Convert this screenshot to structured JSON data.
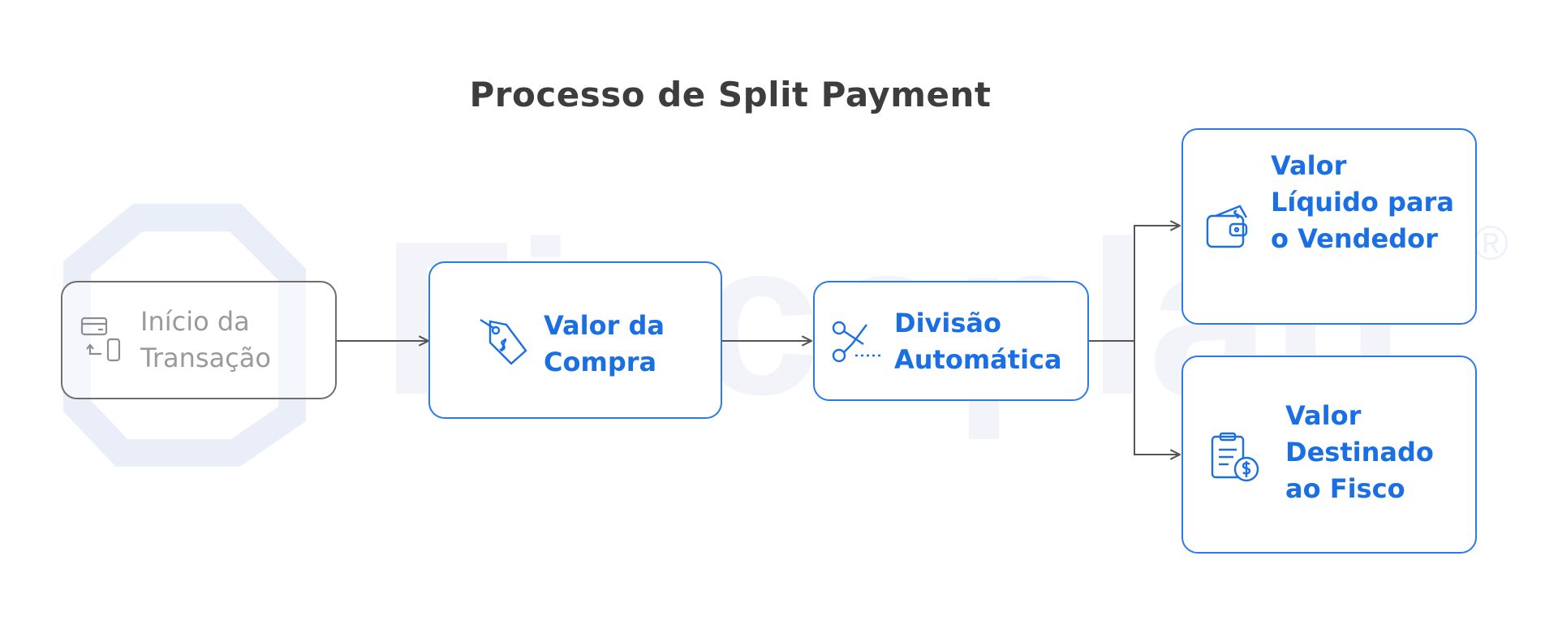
{
  "title": "Processo de Split Payment",
  "watermark": {
    "text": "Fiscoplan",
    "mark": "®"
  },
  "nodes": {
    "start": {
      "line1": "Início da",
      "line2": "Transação",
      "icon": "card-phone-icon"
    },
    "purchase": {
      "line1": "Valor da",
      "line2": "Compra",
      "icon": "price-tag-icon"
    },
    "split": {
      "line1": "Divisão",
      "line2": "Automática",
      "icon": "scissors-icon"
    },
    "seller": {
      "line1": "Valor",
      "line2": "Líquido para",
      "line3": "o Vendedor",
      "icon": "wallet-icon"
    },
    "tax": {
      "line1": "Valor",
      "line2": "Destinado",
      "line3": "ao Fisco",
      "icon": "tax-clipboard-icon"
    }
  },
  "colors": {
    "accent": "#1a6fe2",
    "border": "#2b7ae8",
    "neutral": "#6e6e6e",
    "arrow": "#555555",
    "watermark": "#e6ecf7"
  }
}
